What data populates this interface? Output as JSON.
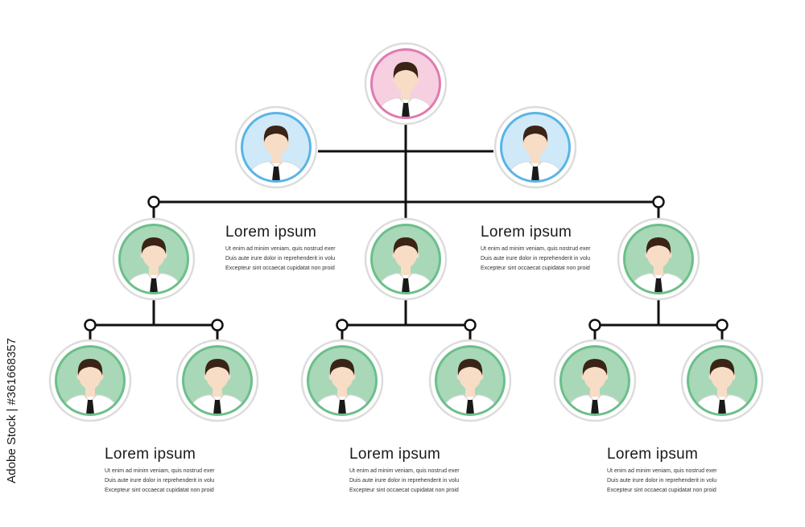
{
  "colors": {
    "root_ring": "#e07ab0",
    "root_fill": "#f6cfe0",
    "exec_ring": "#5ab4e6",
    "exec_fill": "#cfe9f8",
    "staff_ring": "#6cbf8a",
    "staff_fill": "#a8d8b8",
    "line": "#111111",
    "outer_ring": "#dcdcdc",
    "skin": "#f7dcc6",
    "hair": "#3b2416",
    "tie": "#1a1a1a"
  },
  "nodes": [
    {
      "id": "root",
      "level": "root",
      "icon": "person-avatar-icon"
    },
    {
      "id": "exec-left",
      "level": "exec",
      "icon": "person-avatar-icon"
    },
    {
      "id": "exec-right",
      "level": "exec",
      "icon": "person-avatar-icon"
    },
    {
      "id": "manager-left",
      "level": "staff",
      "icon": "person-avatar-icon"
    },
    {
      "id": "manager-center",
      "level": "staff",
      "icon": "person-avatar-icon"
    },
    {
      "id": "manager-right",
      "level": "staff",
      "icon": "person-avatar-icon"
    },
    {
      "id": "staff-1",
      "level": "staff",
      "icon": "person-avatar-icon"
    },
    {
      "id": "staff-2",
      "level": "staff",
      "icon": "person-avatar-icon"
    },
    {
      "id": "staff-3",
      "level": "staff",
      "icon": "person-avatar-icon"
    },
    {
      "id": "staff-4",
      "level": "staff",
      "icon": "person-avatar-icon"
    },
    {
      "id": "staff-5",
      "level": "staff",
      "icon": "person-avatar-icon"
    },
    {
      "id": "staff-6",
      "level": "staff",
      "icon": "person-avatar-icon"
    }
  ],
  "edges": [
    [
      "root",
      "exec-left"
    ],
    [
      "root",
      "exec-right"
    ],
    [
      "root",
      "manager-left"
    ],
    [
      "root",
      "manager-center"
    ],
    [
      "root",
      "manager-right"
    ],
    [
      "manager-left",
      "staff-1"
    ],
    [
      "manager-left",
      "staff-2"
    ],
    [
      "manager-center",
      "staff-3"
    ],
    [
      "manager-center",
      "staff-4"
    ],
    [
      "manager-right",
      "staff-5"
    ],
    [
      "manager-right",
      "staff-6"
    ]
  ],
  "text_blocks": [
    {
      "title": "Lorem  ipsum",
      "lines": [
        "Ut enim ad minim veniam, quis nostrud exer",
        "Duis aute irure dolor in reprehenderit in volu",
        "Excepteur sint occaecat  cupidatat non proid"
      ]
    },
    {
      "title": "Lorem  ipsum",
      "lines": [
        "Ut enim ad minim veniam, quis nostrud exer",
        "Duis aute irure dolor in reprehenderit in volu",
        "Excepteur sint occaecat  cupidatat non proid"
      ]
    },
    {
      "title": "Lorem  ipsum",
      "lines": [
        "Ut enim ad minim veniam, quis nostrud exer",
        "Duis aute irure dolor in reprehenderit in volu",
        "Excepteur sint occaecat  cupidatat non proid"
      ]
    },
    {
      "title": "Lorem  ipsum",
      "lines": [
        "Ut enim ad minim veniam, quis nostrud exer",
        "Duis aute irure dolor in reprehenderit in volu",
        "Excepteur sint occaecat  cupidatat non proid"
      ]
    },
    {
      "title": "Lorem  ipsum",
      "lines": [
        "Ut enim ad minim veniam, quis nostrud exer",
        "Duis aute irure dolor in reprehenderit in volu",
        "Excepteur sint occaecat  cupidatat non proid"
      ]
    }
  ],
  "watermark": "Adobe Stock | #361668357"
}
